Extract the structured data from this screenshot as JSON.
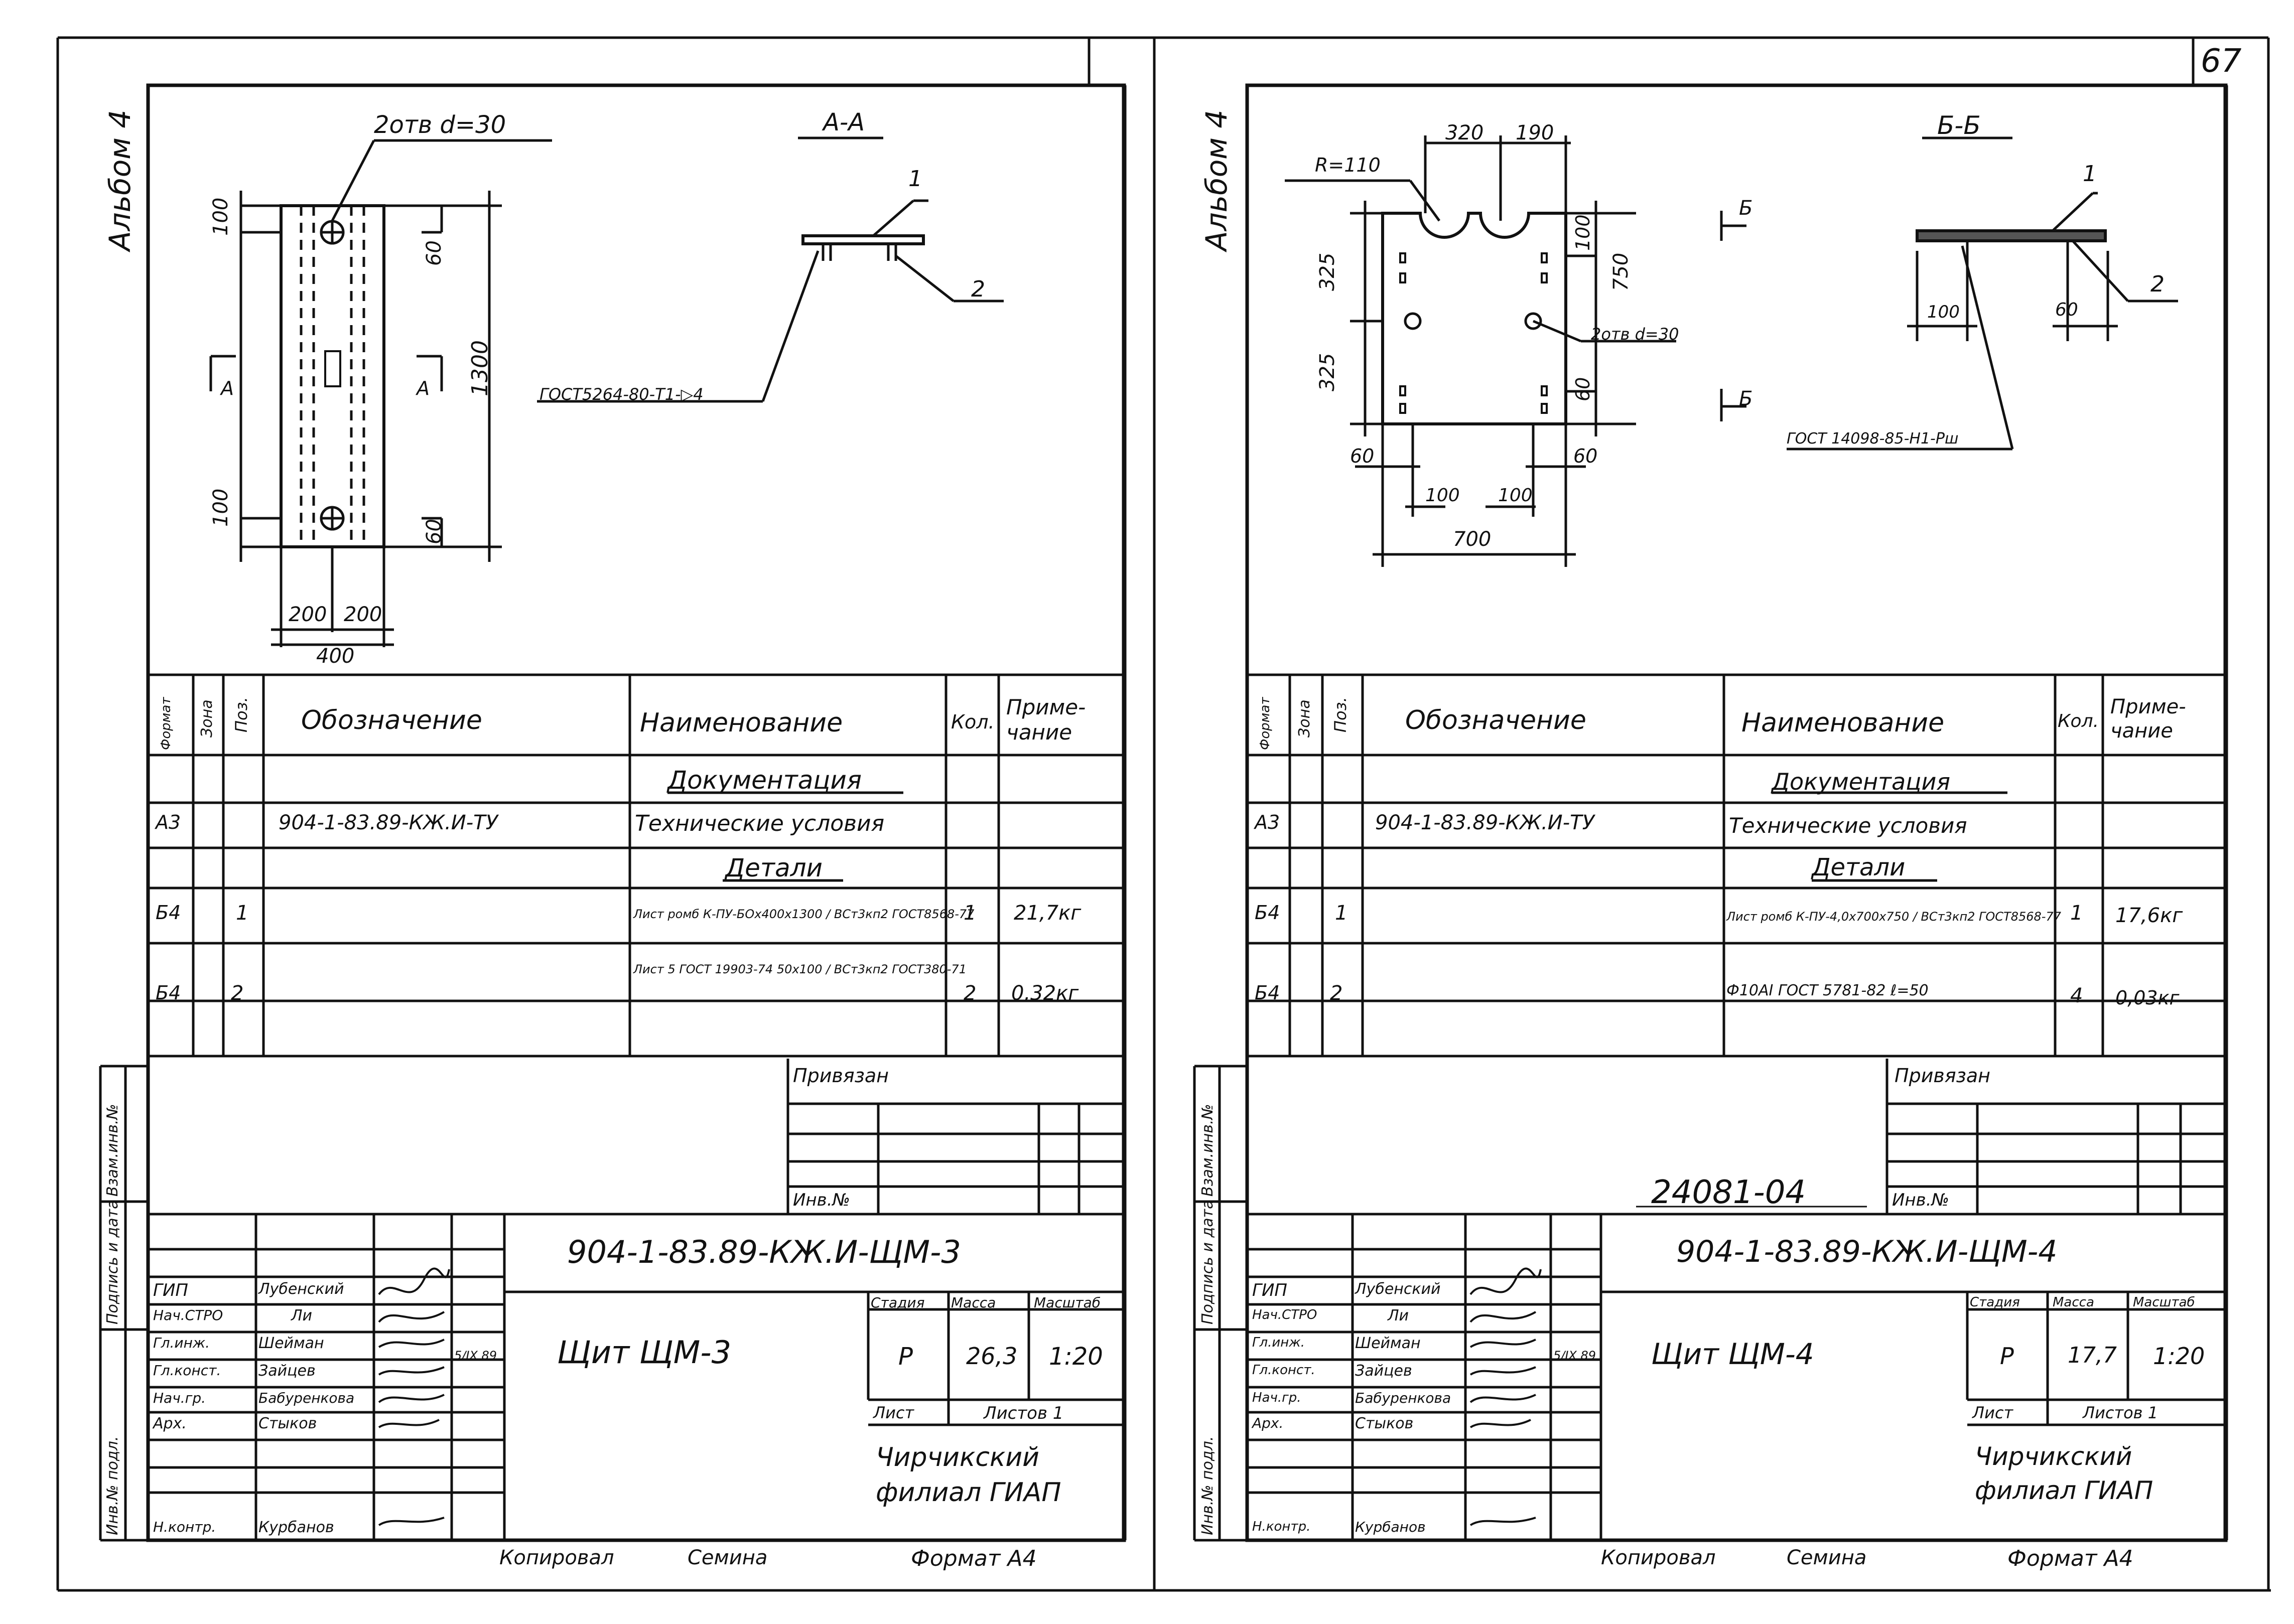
{
  "page_number": "67",
  "sheets": [
    {
      "album_label": "Альбом 4",
      "section_title": "А-А",
      "drawing": {
        "holes_note": "2отв d=30",
        "dims": {
          "top_100": "100",
          "top_60": "60",
          "side_1300": "1300",
          "bot_100": "100",
          "bot_60": "60",
          "w200a": "200",
          "w200b": "200",
          "w400": "400"
        },
        "section_mark_left": "А",
        "section_mark_right": "А",
        "leader_1": "1",
        "leader_2": "2",
        "weld_note": "ГОСТ5264-80-Т1-▷4"
      },
      "spec": {
        "headers": {
          "format": "Формат",
          "zone": "Зона",
          "pos": "Поз.",
          "designation": "Обозначение",
          "name": "Наименование",
          "qty": "Кол.",
          "note": "Приме-\nчание"
        },
        "rows": [
          {
            "format": "",
            "pos": "",
            "designation": "",
            "name": "Документация",
            "qty": "",
            "note": "",
            "underline": true
          },
          {
            "format": "А3",
            "pos": "",
            "designation": "904-1-83.89-КЖ.И-ТУ",
            "name": "Технические условия",
            "qty": "",
            "note": ""
          },
          {
            "format": "",
            "pos": "",
            "designation": "",
            "name": "Детали",
            "qty": "",
            "note": "",
            "underline": true
          },
          {
            "format": "Б4",
            "pos": "1",
            "designation": "",
            "name": "Лист ромб К-ПУ-БОх400х1300 / ВСт3кп2 ГОСТ8568-77",
            "qty": "1",
            "note": "21,7кг"
          },
          {
            "format": "Б4",
            "pos": "2",
            "designation": "",
            "name": "Лист 5 ГОСТ 19903-74 50х100 / ВСт3кп2 ГОСТ380-71",
            "qty": "2",
            "note": "0,32кг"
          }
        ]
      },
      "stamp": {
        "attached": "Привязан",
        "inv_no": "Инв.№",
        "code": "904-1-83.89-КЖ.И-ЩМ-3",
        "roles": [
          "ГИП",
          "Нач.СТРО",
          "Гл.инж.",
          "Гл.конст.",
          "Нач.гр.",
          "Арх.",
          "",
          "Н.контр."
        ],
        "names": [
          "Лубенский",
          "Ли",
          "Шейман",
          "Зайцев",
          "Бабуренкова",
          "Стыков",
          "",
          "Курбанов"
        ],
        "date": "5/IX 89",
        "title": "Щит ЩМ-3",
        "stage_h": "Стадия",
        "mass_h": "Масса",
        "scale_h": "Масштаб",
        "stage": "Р",
        "mass": "26,3",
        "scale": "1:20",
        "sheet_h": "Лист",
        "sheets_h": "Листов 1",
        "org": "Чирчикский филиал ГИАП"
      },
      "side_labels": [
        "Инв.№ подл.",
        "Подпись и дата",
        "Взам.инв.№"
      ],
      "footer": {
        "copied": "Копировал",
        "copier": "Семина",
        "format": "Формат А4"
      }
    },
    {
      "album_label": "Альбом 4",
      "section_title": "Б-Б",
      "drawing": {
        "radius": "R=110",
        "dims": {
          "top_320": "320",
          "top_190": "190",
          "left_325a": "325",
          "left_325b": "325",
          "r_100": "100",
          "r_750": "750",
          "r_60": "60",
          "b_60a": "60",
          "b_100a": "100",
          "b_100b": "100",
          "b_60b": "60",
          "b_700": "700",
          "sec_100": "100",
          "sec_60": "60"
        },
        "holes_note": "2отв d=30",
        "section_mark_top": "Б",
        "section_mark_bot": "Б",
        "leader_1": "1",
        "leader_2": "2",
        "weld_note": "ГОСТ 14098-85-Н1-Рш"
      },
      "spec": {
        "headers": {
          "format": "Формат",
          "zone": "Зона",
          "pos": "Поз.",
          "designation": "Обозначение",
          "name": "Наименование",
          "qty": "Кол.",
          "note": "Приме-\nчание"
        },
        "rows": [
          {
            "format": "",
            "pos": "",
            "designation": "",
            "name": "Документация",
            "qty": "",
            "note": "",
            "underline": true
          },
          {
            "format": "А3",
            "pos": "",
            "designation": "904-1-83.89-КЖ.И-ТУ",
            "name": "Технические условия",
            "qty": "",
            "note": ""
          },
          {
            "format": "",
            "pos": "",
            "designation": "",
            "name": "Детали",
            "qty": "",
            "note": "",
            "underline": true
          },
          {
            "format": "Б4",
            "pos": "1",
            "designation": "",
            "name": "Лист ромб К-ПУ-4,0х700х750 / ВСт3кп2 ГОСТ8568-77",
            "qty": "1",
            "note": "17,6кг"
          },
          {
            "format": "Б4",
            "pos": "2",
            "designation": "",
            "name": "Ф10АI ГОСТ 5781-82  ℓ=50",
            "qty": "4",
            "note": "0,03кг"
          }
        ]
      },
      "stamp": {
        "attached": "Привязан",
        "inv_no": "Инв.№",
        "stamp_no": "24081-04",
        "code": "904-1-83.89-КЖ.И-ЩМ-4",
        "roles": [
          "ГИП",
          "Нач.СТРО",
          "Гл.инж.",
          "Гл.конст.",
          "Нач.гр.",
          "Арх.",
          "",
          "Н.контр."
        ],
        "names": [
          "Лубенский",
          "Ли",
          "Шейман",
          "Зайцев",
          "Бабуренкова",
          "Стыков",
          "",
          "Курбанов"
        ],
        "date": "5/IX 89",
        "title": "Щит ЩМ-4",
        "stage_h": "Стадия",
        "mass_h": "Масса",
        "scale_h": "Масштаб",
        "stage": "Р",
        "mass": "17,7",
        "scale": "1:20",
        "sheet_h": "Лист",
        "sheets_h": "Листов 1",
        "org": "Чирчикский филиал ГИАП"
      },
      "side_labels": [
        "Инв.№ подл.",
        "Подпись и дата",
        "Взам.инв.№"
      ],
      "footer": {
        "copied": "Копировал",
        "copier": "Семина",
        "format": "Формат А4"
      }
    }
  ]
}
